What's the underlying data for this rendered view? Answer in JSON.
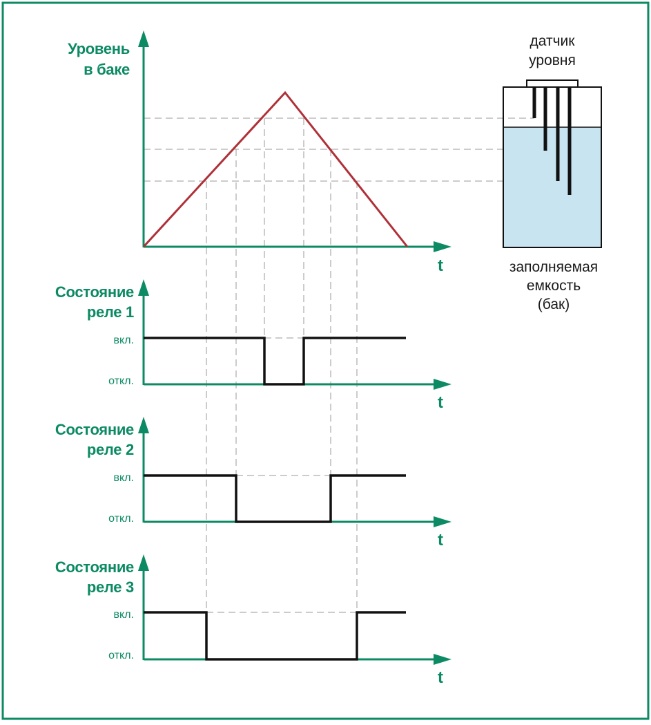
{
  "colors": {
    "accent": "#0b8a63",
    "level_curve": "#b03038",
    "relay_signal": "#111111",
    "guide": "#9a9a9a",
    "water": "#c8e4f1",
    "frame": "#0b8a63"
  },
  "level_chart": {
    "ylabel_line1": "Уровень",
    "ylabel_line2": "в баке",
    "xlabel": "t"
  },
  "relays": [
    {
      "label_line1": "Состояние",
      "label_line2": "реле 1",
      "on_label": "вкл.",
      "off_label": "откл.",
      "xlabel": "t"
    },
    {
      "label_line1": "Состояние",
      "label_line2": "реле 2",
      "on_label": "вкл.",
      "off_label": "откл.",
      "xlabel": "t"
    },
    {
      "label_line1": "Состояние",
      "label_line2": "реле 3",
      "on_label": "вкл.",
      "off_label": "откл.",
      "xlabel": "t"
    }
  ],
  "tank": {
    "sensor_label_line1": "датчик",
    "sensor_label_line2": "уровня",
    "tank_label_line1": "заполняемая",
    "tank_label_line2": "емкость",
    "tank_label_line3": "(бак)"
  }
}
